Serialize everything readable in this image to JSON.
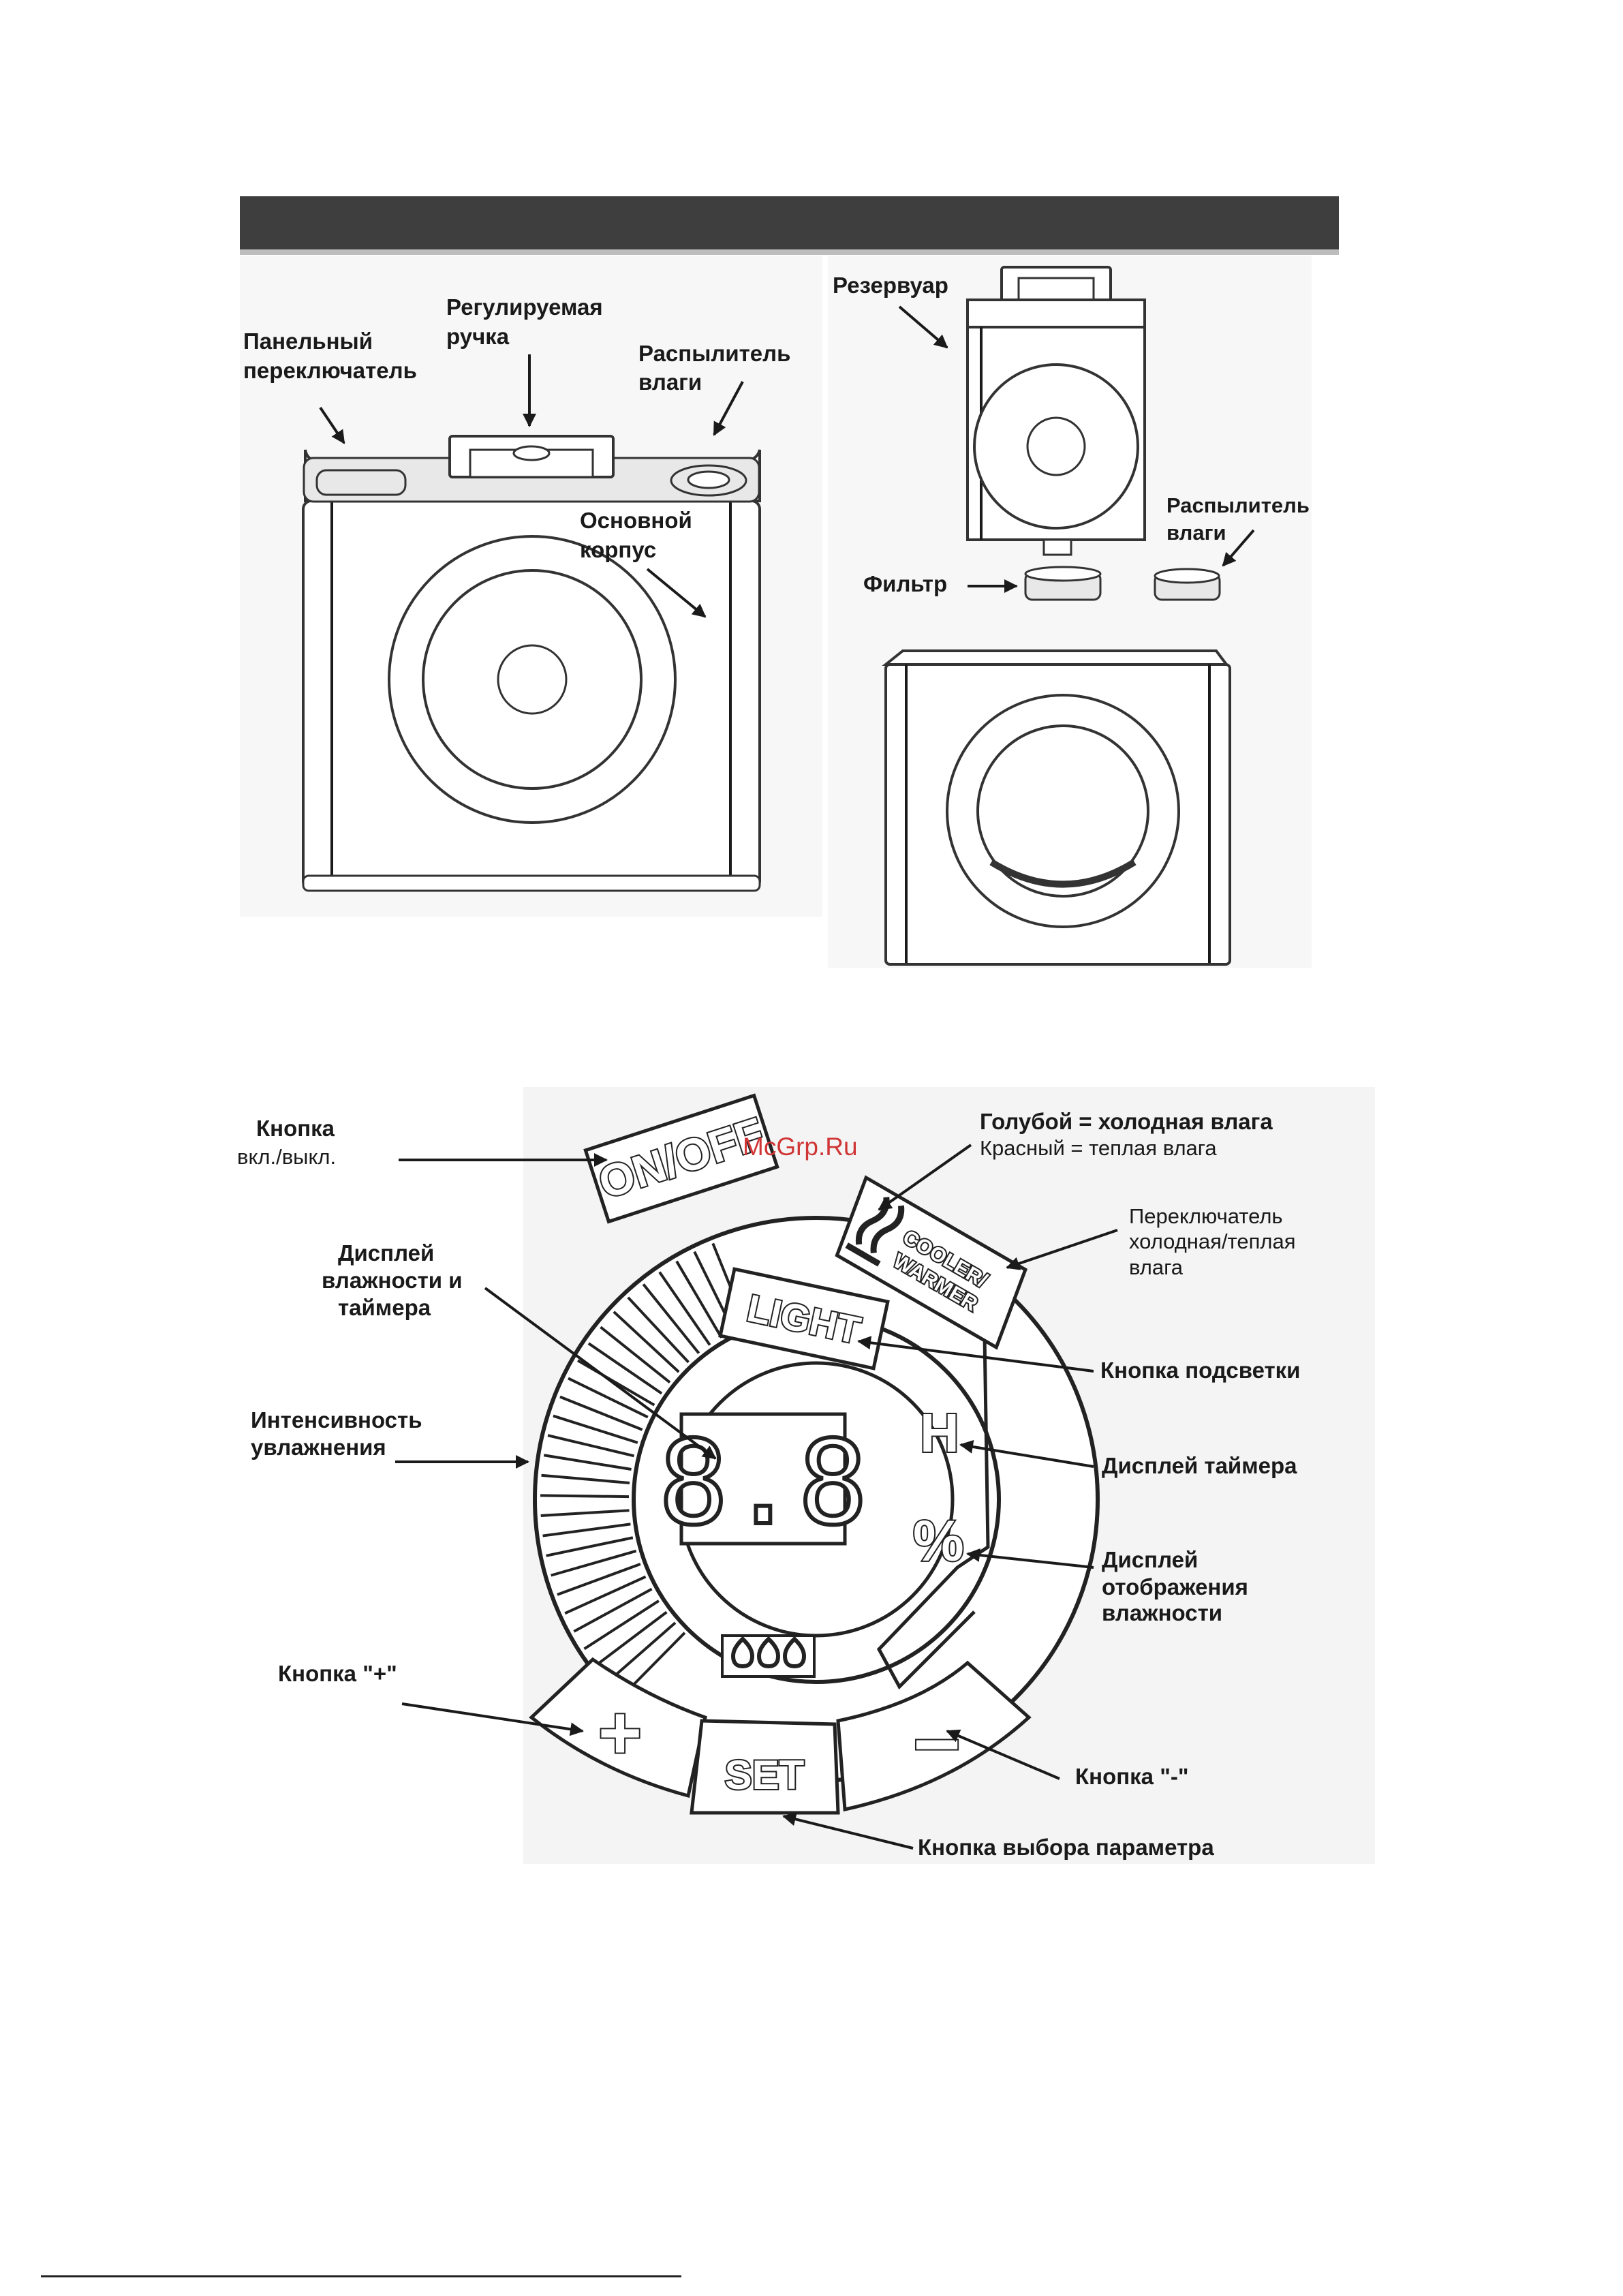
{
  "header_bar": {
    "color": "#3e3e3e"
  },
  "top_left": {
    "labels": {
      "panel_switch": [
        "Панельный",
        "переключатель"
      ],
      "handle": [
        "Регулируемая",
        "ручка"
      ],
      "mist": [
        "Распылитель",
        "влаги"
      ],
      "main_body": [
        "Основной",
        "корпус"
      ]
    }
  },
  "top_right": {
    "labels": {
      "tank": "Резервуар",
      "mist": [
        "Распылитель",
        "влаги"
      ],
      "filter": "Фильтр"
    }
  },
  "control_panel": {
    "buttons": {
      "onoff": "ON/OFF",
      "light": "LIGHT",
      "cooler_warmer": [
        "COOLER/",
        "WARMER"
      ],
      "plus": "+",
      "minus": "−",
      "set": "SET",
      "hours": "H",
      "percent": "%"
    },
    "display": {
      "digits": "8.8"
    },
    "labels": {
      "onoff": [
        "Кнопка",
        "вкл./выкл."
      ],
      "display": [
        "Дисплей",
        "влажности и",
        "таймера"
      ],
      "intensity": [
        "Интенсивность",
        "увлажнения"
      ],
      "plus": "Кнопка \"+\"",
      "color_blue": "Голубой = холодная влага",
      "color_red": "Красный = теплая влага",
      "cw_switch": [
        "Переключатель",
        "холодная/теплая",
        "влага"
      ],
      "light": "Кнопка подсветки",
      "timer": "Дисплей таймера",
      "humidity": [
        "Дисплей",
        "отображения",
        "влажности"
      ],
      "minus": "Кнопка \"-\"",
      "set": "Кнопка выбора параметра"
    }
  },
  "watermark": "McGrp.Ru"
}
